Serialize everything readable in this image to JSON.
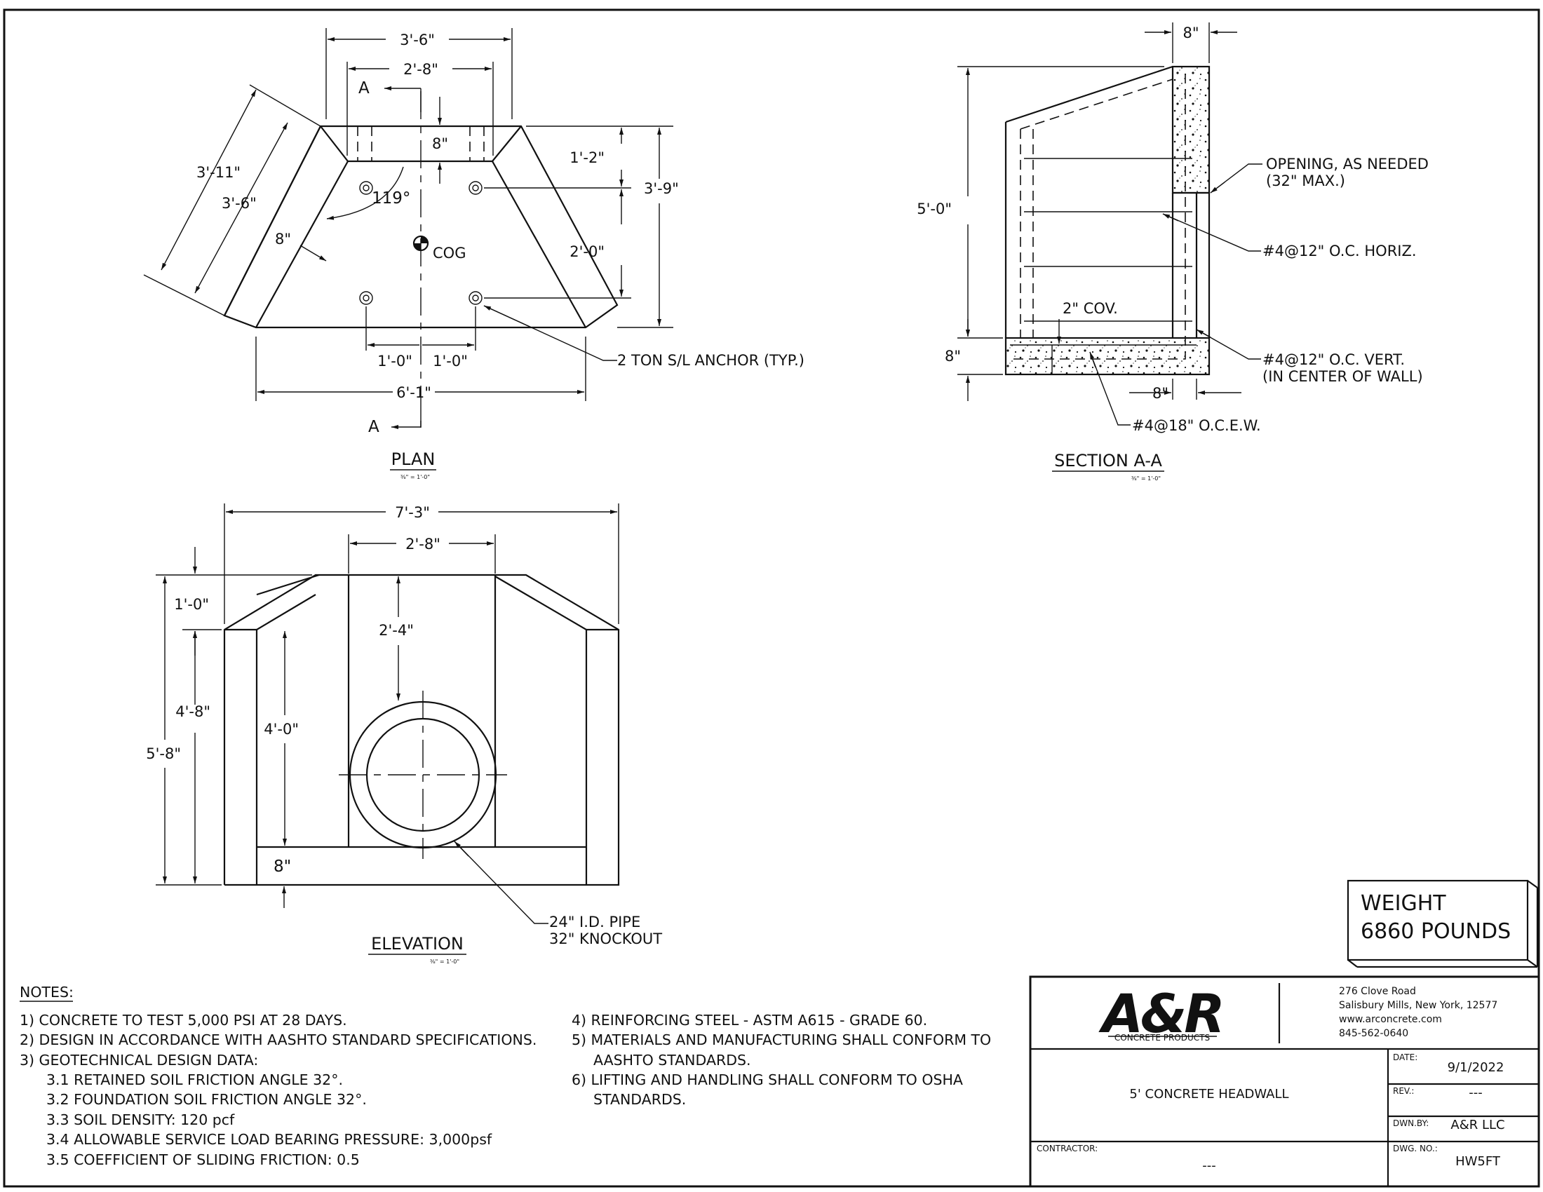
{
  "views": {
    "plan": {
      "title": "PLAN",
      "scale": "⅜\" = 1'-0\"",
      "dims": {
        "top_outer": "3'-6\"",
        "top_inner": "2'-8\"",
        "wall": "8\"",
        "angle": "119°",
        "cog": "COG",
        "diag_outer": "3'-11\"",
        "diag_inner": "3'-6\"",
        "side_wall": "8\"",
        "right_upper": "1'-2\"",
        "right_lower": "2'-0\"",
        "right_total": "3'-9\"",
        "anchor_left": "1'-0\"",
        "anchor_right": "1'-0\"",
        "bottom": "6'-1\""
      },
      "section_mark": "A",
      "anchor_note": "2 TON S/L ANCHOR (TYP.)"
    },
    "section": {
      "title": "SECTION A-A",
      "scale": "⅜\" = 1'-0\"",
      "dims": {
        "top_wall": "8\"",
        "height": "5'-0\"",
        "base": "8\"",
        "cover": "2\" COV.",
        "base_width": "8\""
      },
      "notes": {
        "opening_1": "OPENING, AS NEEDED",
        "opening_2": "(32\" MAX.)",
        "horiz": "#4@12\" O.C. HORIZ.",
        "vert_1": "#4@12\" O.C.  VERT.",
        "vert_2": "(IN CENTER OF WALL)",
        "base_bar": "#4@18\" O.C.E.W."
      }
    },
    "elevation": {
      "title": "ELEVATION",
      "scale": "⅜\" = 1'-0\"",
      "dims": {
        "width": "7'-3\"",
        "inner": "2'-8\"",
        "top": "1'-0\"",
        "mid": "4'-8\"",
        "total": "5'-8\"",
        "pipe_depth": "2'-4\"",
        "wall_height": "4'-0\"",
        "base": "8\""
      },
      "pipe_note_1": "24\" I.D. PIPE",
      "pipe_note_2": "32\" KNOCKOUT"
    }
  },
  "weight": {
    "line1": "WEIGHT",
    "line2": "6860 POUNDS"
  },
  "notes": {
    "heading": "NOTES:",
    "left": [
      "1)  CONCRETE TO TEST 5,000 PSI AT 28 DAYS.",
      "2)  DESIGN IN ACCORDANCE WITH AASHTO STANDARD SPECIFICATIONS.",
      "3)  GEOTECHNICAL DESIGN DATA:",
      "3.1  RETAINED SOIL FRICTION ANGLE 32°.",
      "3.2  FOUNDATION SOIL FRICTION ANGLE 32°.",
      "3.3  SOIL DENSITY: 120 pcf",
      "3.4  ALLOWABLE SERVICE LOAD BEARING PRESSURE: 3,000psf",
      "3.5  COEFFICIENT OF SLIDING FRICTION: 0.5"
    ],
    "right": [
      "4) REINFORCING STEEL - ASTM A615 - GRADE 60.",
      "5) MATERIALS AND MANUFACTURING SHALL CONFORM TO",
      "AASHTO STANDARDS.",
      "6) LIFTING AND HANDLING SHALL CONFORM TO OSHA",
      "STANDARDS."
    ]
  },
  "title_block": {
    "logo": "A&R",
    "logo_sub": "CONCRETE PRODUCTS",
    "address": [
      "276 Clove Road",
      "Salisbury Mills, New York, 12577",
      "www.arconcrete.com",
      "845-562-0640"
    ],
    "drawing_title": "5' CONCRETE HEADWALL",
    "contractor_label": "CONTRACTOR:",
    "contractor_value": "---",
    "date_label": "DATE:",
    "date_value": "9/1/2022",
    "rev_label": "REV.:",
    "rev_value": "---",
    "dwnby_label": "DWN.BY:",
    "dwnby_value": "A&R LLC",
    "dwgno_label": "DWG. NO.:",
    "dwgno_value": "HW5FT"
  }
}
